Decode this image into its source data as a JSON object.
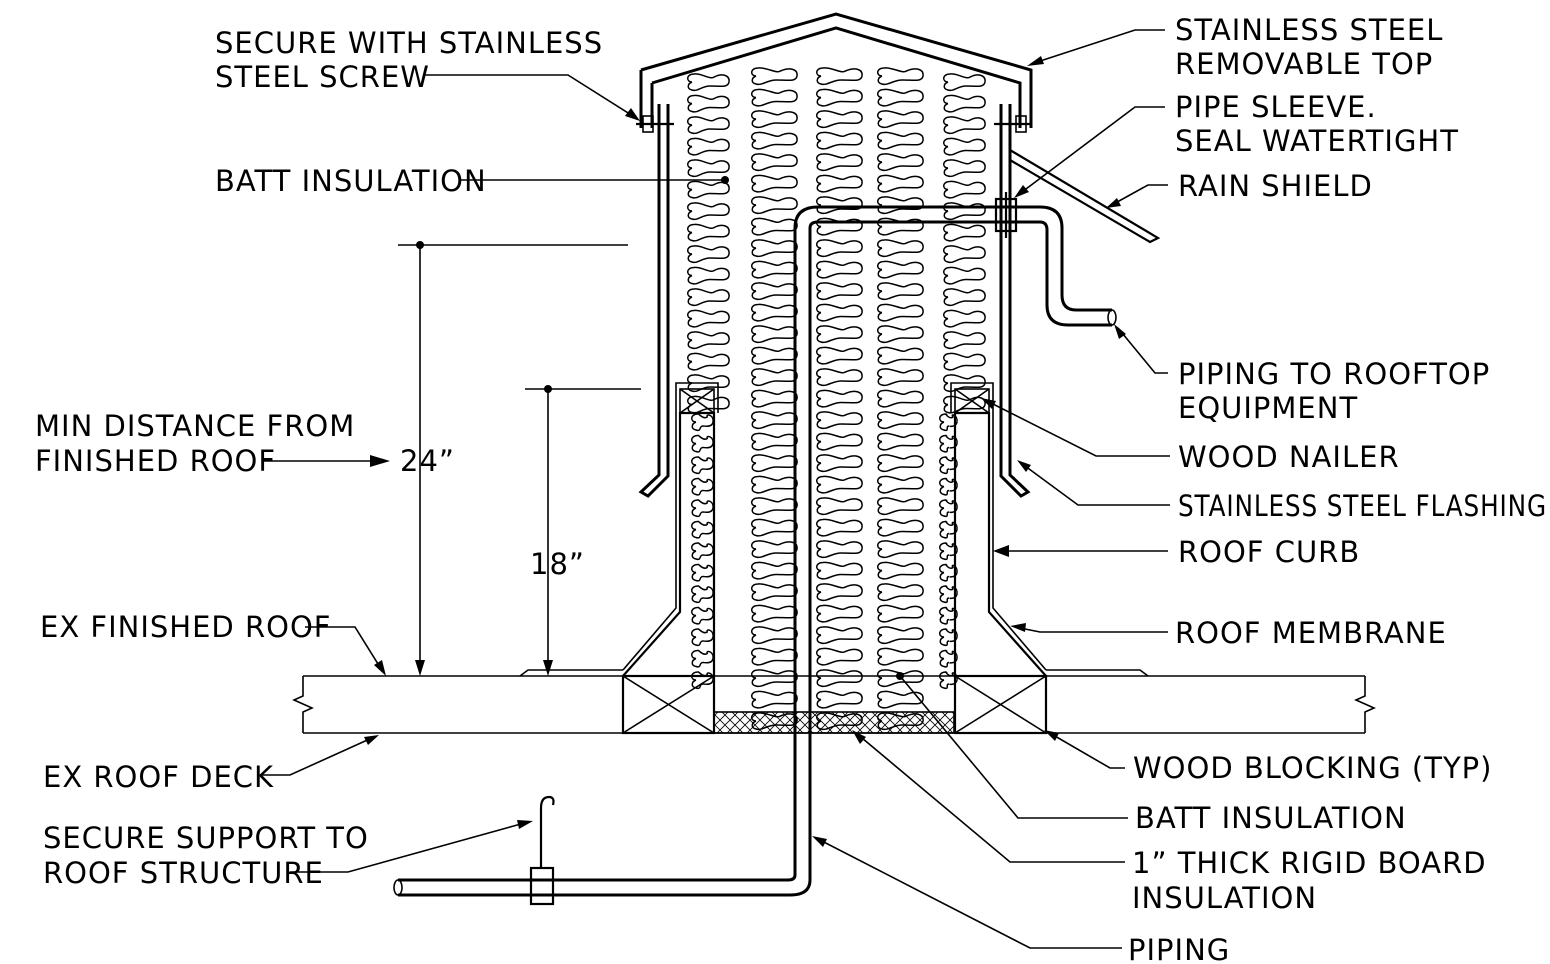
{
  "labels": {
    "secure_screw_1": "SECURE WITH STAINLESS",
    "secure_screw_2": "STEEL SCREW",
    "batt_top": "BATT INSULATION",
    "min_dist_1": "MIN DISTANCE FROM",
    "min_dist_2": "FINISHED ROOF",
    "dim_24": "24”",
    "dim_18": "18”",
    "ex_finished_roof": "EX FINISHED ROOF",
    "ex_roof_deck": "EX ROOF DECK",
    "secure_support_1": "SECURE SUPPORT TO",
    "secure_support_2": "ROOF STRUCTURE",
    "ss_top_1": "STAINLESS STEEL",
    "ss_top_2": "REMOVABLE TOP",
    "sleeve_1": "PIPE SLEEVE.",
    "sleeve_2": "SEAL WATERTIGHT",
    "rain_shield": "RAIN SHIELD",
    "piping_equip_1": "PIPING TO ROOFTOP",
    "piping_equip_2": "EQUIPMENT",
    "wood_nailer": "WOOD NAILER",
    "ss_flashing": "STAINLESS STEEL FLASHING",
    "roof_curb": "ROOF CURB",
    "roof_membrane": "ROOF MEMBRANE",
    "wood_blocking": "WOOD BLOCKING (TYP)",
    "batt_bottom": "BATT INSULATION",
    "rigid_1": "1” THICK RIGID BOARD",
    "rigid_2": "INSULATION",
    "piping": "PIPING"
  }
}
